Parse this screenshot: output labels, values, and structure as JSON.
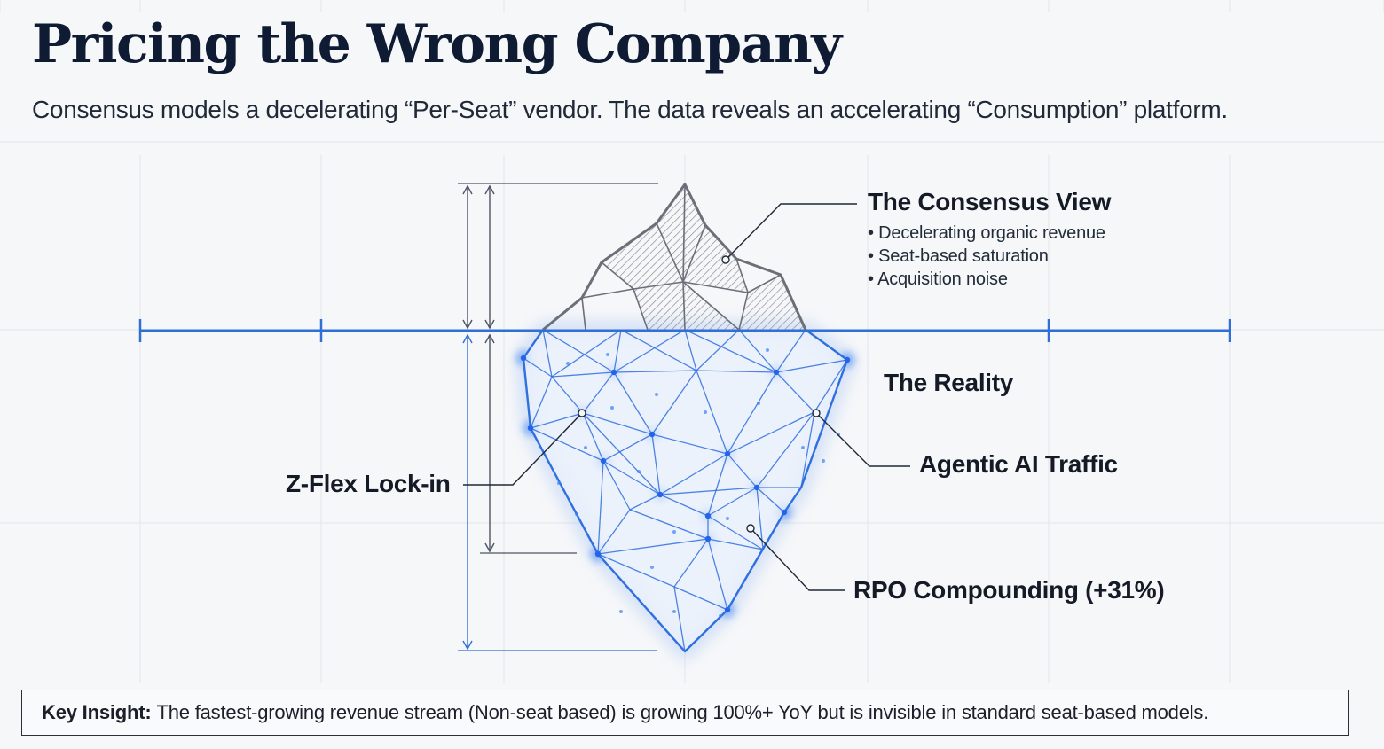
{
  "header": {
    "title": "Pricing the Wrong Company",
    "subtitle": "Consensus models a decelerating “Per-Seat” vendor. The data reveals an accelerating “Consumption” platform."
  },
  "consensus_view": {
    "title": "The Consensus View",
    "bullets": [
      "Decelerating organic revenue",
      "Seat-based saturation",
      "Acquisition noise"
    ]
  },
  "reality": {
    "title": "The Reality",
    "callouts": {
      "agentic": "Agentic AI Traffic",
      "zflex": "Z-Flex Lock-in",
      "rpo": "RPO Compounding (+31%)"
    }
  },
  "insight": {
    "label": "Key Insight:",
    "text": "The fastest-growing revenue stream (Non-seat based) is growing 100%+ YoY but is invisible in standard seat-based models."
  },
  "colors": {
    "waterline": "#2f6fd6",
    "network": "#2f6fe0",
    "iceberg_tip": "#6b6f78",
    "grid": "#e2e5ea",
    "title": "#0f1b33"
  },
  "icons": {
    "background": "grid-lines",
    "iceberg_tip": "hatched-polygon",
    "iceberg_base": "glowing-network-mesh"
  }
}
